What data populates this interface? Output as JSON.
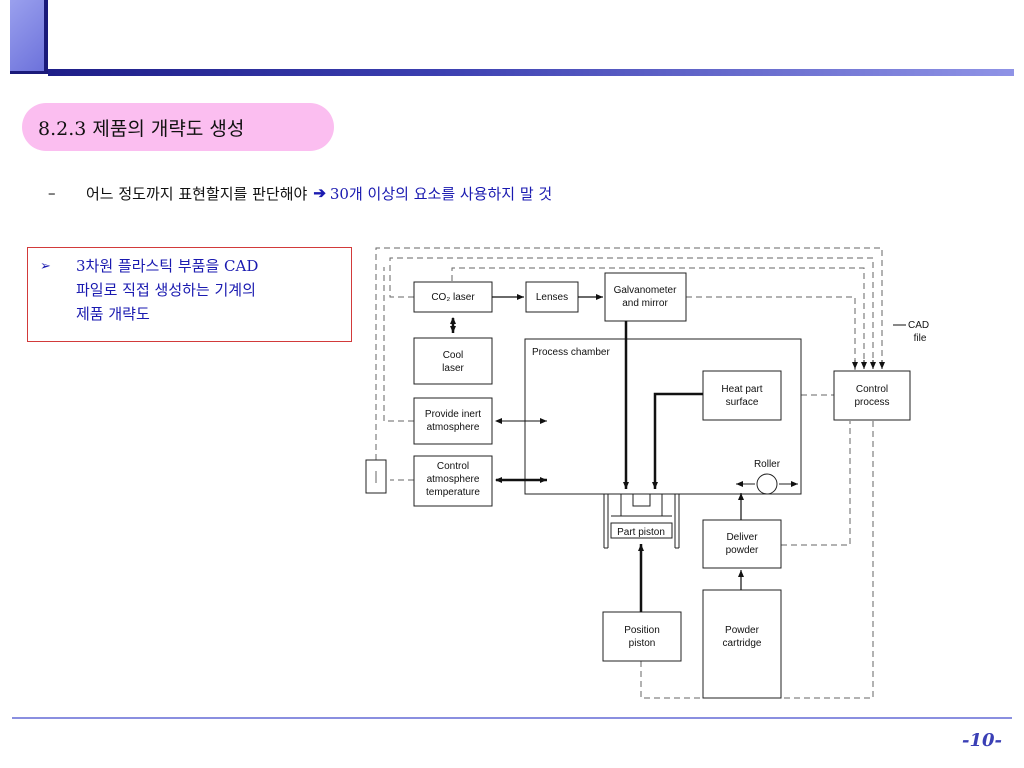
{
  "section": {
    "title": "8.2.3 제품의 개략도 생성"
  },
  "bullet": {
    "dash": "–",
    "lead": "어느 정도까지 표현할지를 판단해야",
    "arrow": "➔",
    "emphasis": "30개 이상의 요소를 사용하지 말 것"
  },
  "note": {
    "marker": "➢",
    "line1": "3차원 플라스틱 부품을 CAD",
    "line2": "파일로 직접 생성하는 기계의",
    "line3": "제품 개략도"
  },
  "diagram": {
    "co2_laser": "CO₂ laser",
    "lenses": "Lenses",
    "galvanometer_l1": "Galvanometer",
    "galvanometer_l2": "and mirror",
    "cool_laser_l1": "Cool",
    "cool_laser_l2": "laser",
    "process_chamber": "Process chamber",
    "provide_inert_l1": "Provide inert",
    "provide_inert_l2": "atmosphere",
    "control_atm_l1": "Control",
    "control_atm_l2": "atmosphere",
    "control_atm_l3": "temperature",
    "heat_part_l1": "Heat part",
    "heat_part_l2": "surface",
    "control_process_l1": "Control",
    "control_process_l2": "process",
    "cad_file_l1": "CAD",
    "cad_file_l2": "file",
    "roller": "Roller",
    "part_piston": "Part piston",
    "deliver_powder_l1": "Deliver",
    "deliver_powder_l2": "powder",
    "position_piston_l1": "Position",
    "position_piston_l2": "piston",
    "powder_cartridge_l1": "Powder",
    "powder_cartridge_l2": "cartridge"
  },
  "footer": {
    "page": "-10-"
  }
}
